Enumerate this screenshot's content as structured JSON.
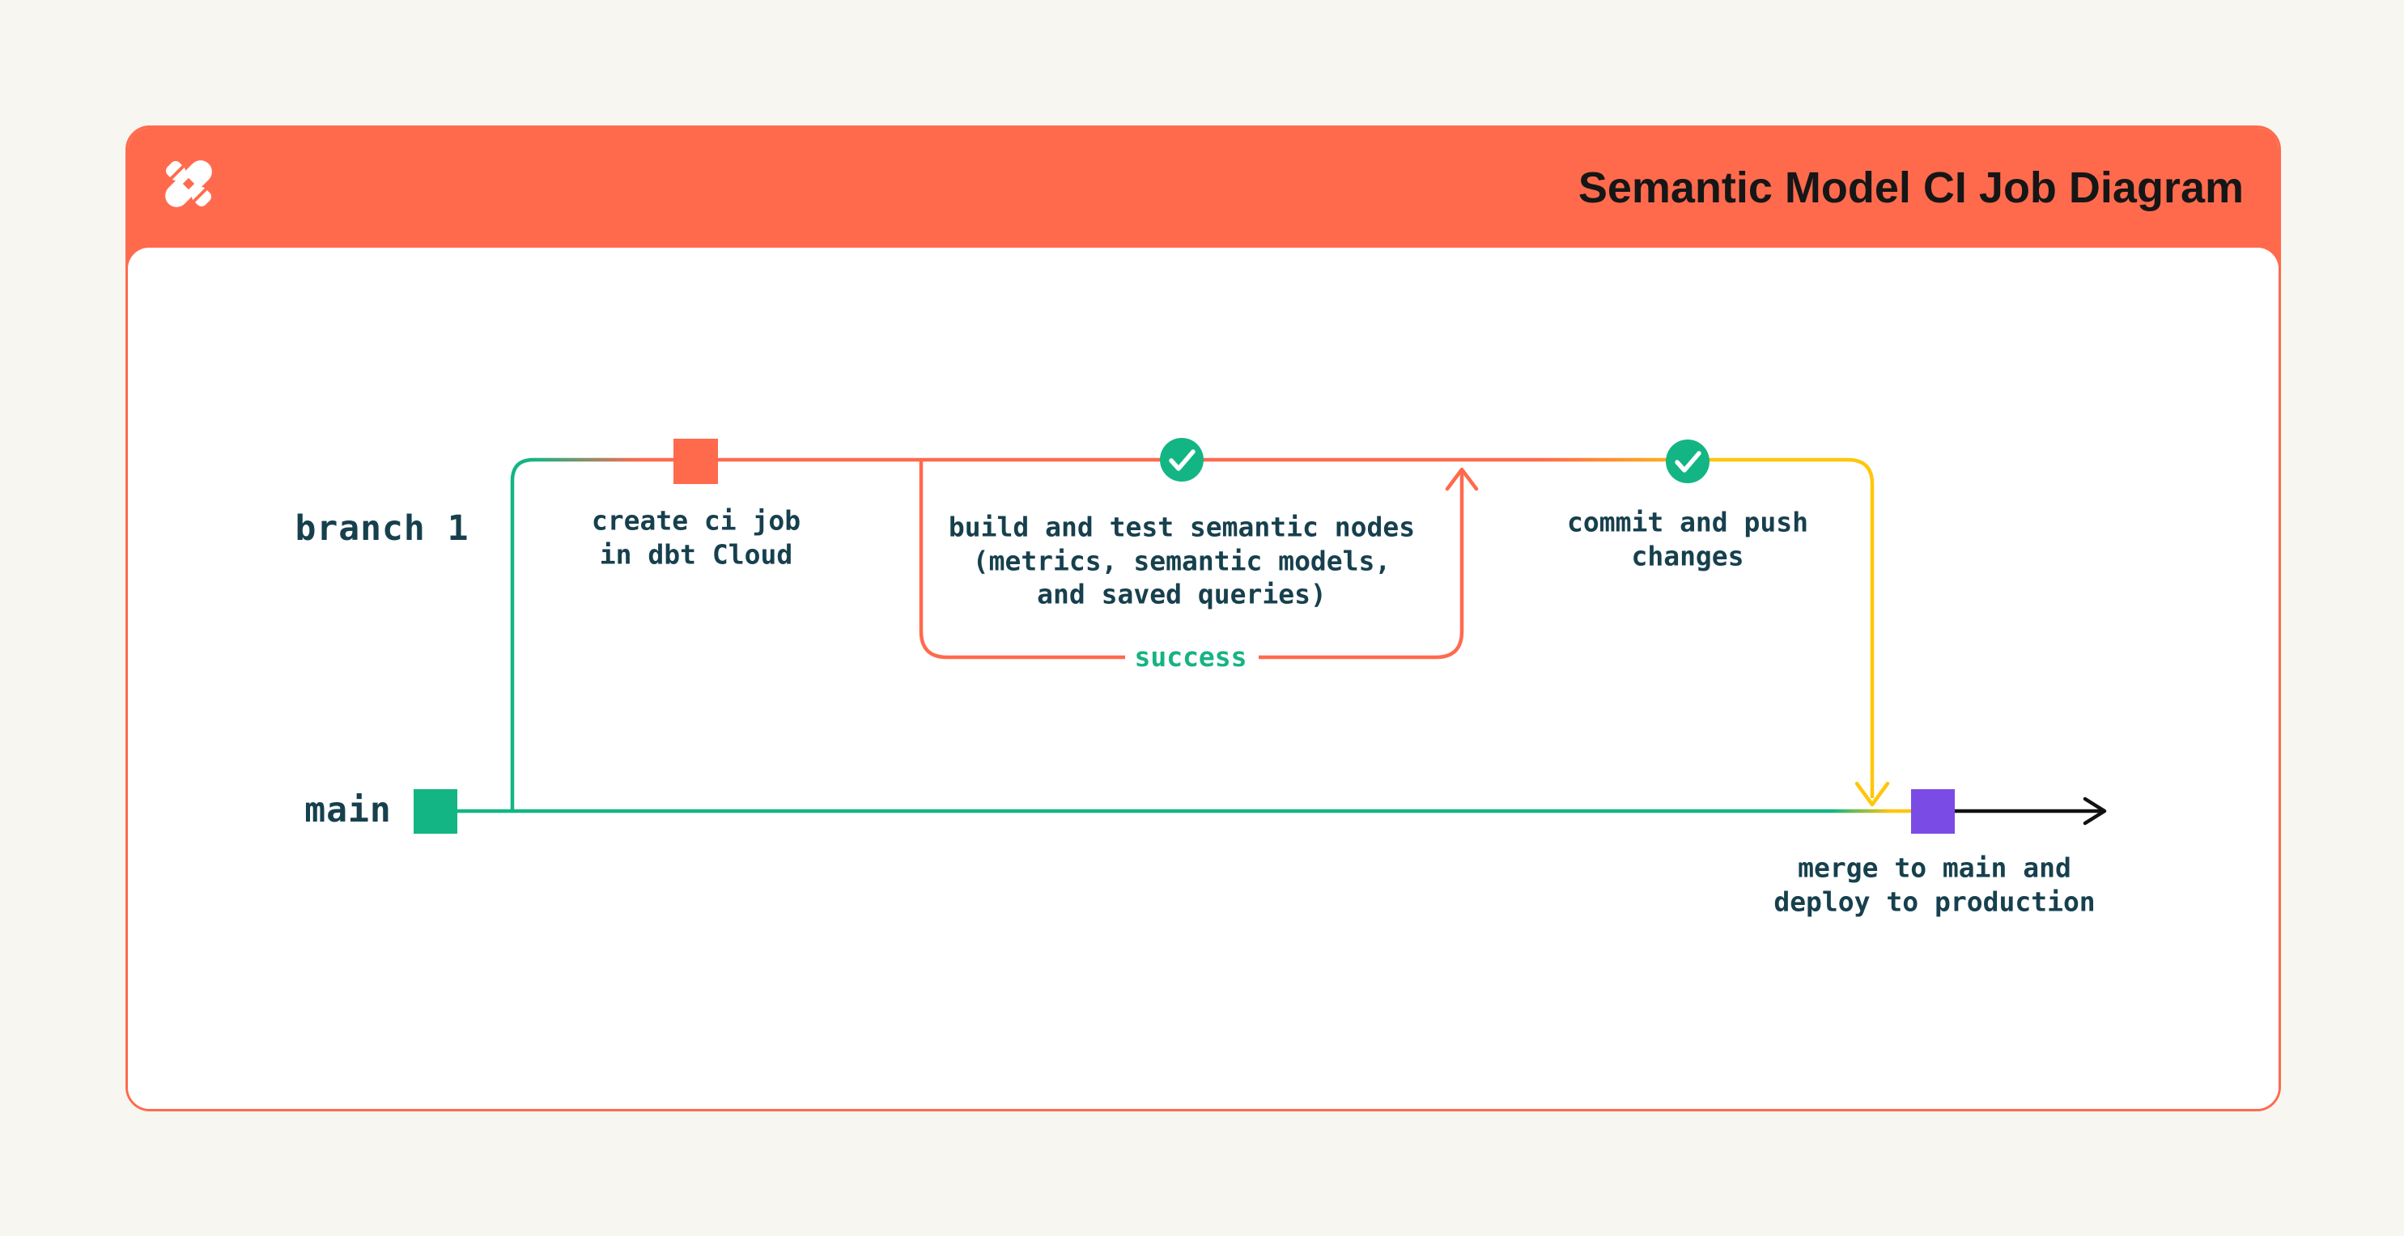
{
  "header": {
    "title": "Semantic Model CI Job Diagram",
    "logo": "dbt-logo"
  },
  "diagram": {
    "branch_label": "branch 1",
    "main_label": "main",
    "nodes": {
      "create_ci_job": "create ci job\nin dbt Cloud",
      "build_and_test": "build and test semantic nodes\n(metrics, semantic models,\nand saved queries)",
      "success_label": "success",
      "commit_push": "commit and push\nchanges",
      "merge_deploy": "merge to main and\ndeploy to production"
    },
    "colors": {
      "coral": "#FF6A4D",
      "green": "#13B584",
      "yellow": "#FFC60B",
      "purple": "#7A4BE5",
      "text_navy": "#17404E",
      "title_black": "#161616",
      "background": "#F7F6F1",
      "card_white": "#FFFFFF",
      "arrow_black": "#111111"
    }
  }
}
